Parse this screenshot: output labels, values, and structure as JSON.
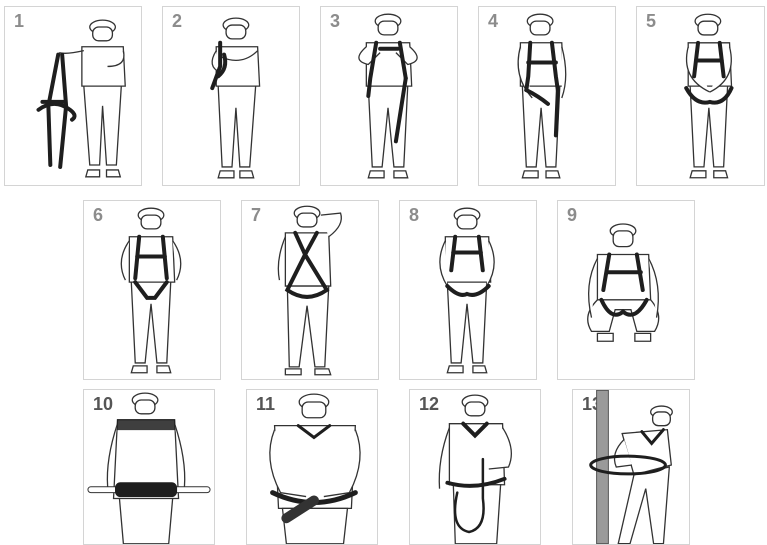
{
  "steps": [
    {
      "number": "1"
    },
    {
      "number": "2"
    },
    {
      "number": "3"
    },
    {
      "number": "4"
    },
    {
      "number": "5"
    },
    {
      "number": "6"
    },
    {
      "number": "7"
    },
    {
      "number": "8"
    },
    {
      "number": "9"
    },
    {
      "number": "10"
    },
    {
      "number": "11"
    },
    {
      "number": "12"
    },
    {
      "number": "13"
    }
  ],
  "colors": {
    "outline": "#333333",
    "strap": "#1e1e1e",
    "number": "#8c8c8c",
    "pole": "#9a9a9a"
  }
}
